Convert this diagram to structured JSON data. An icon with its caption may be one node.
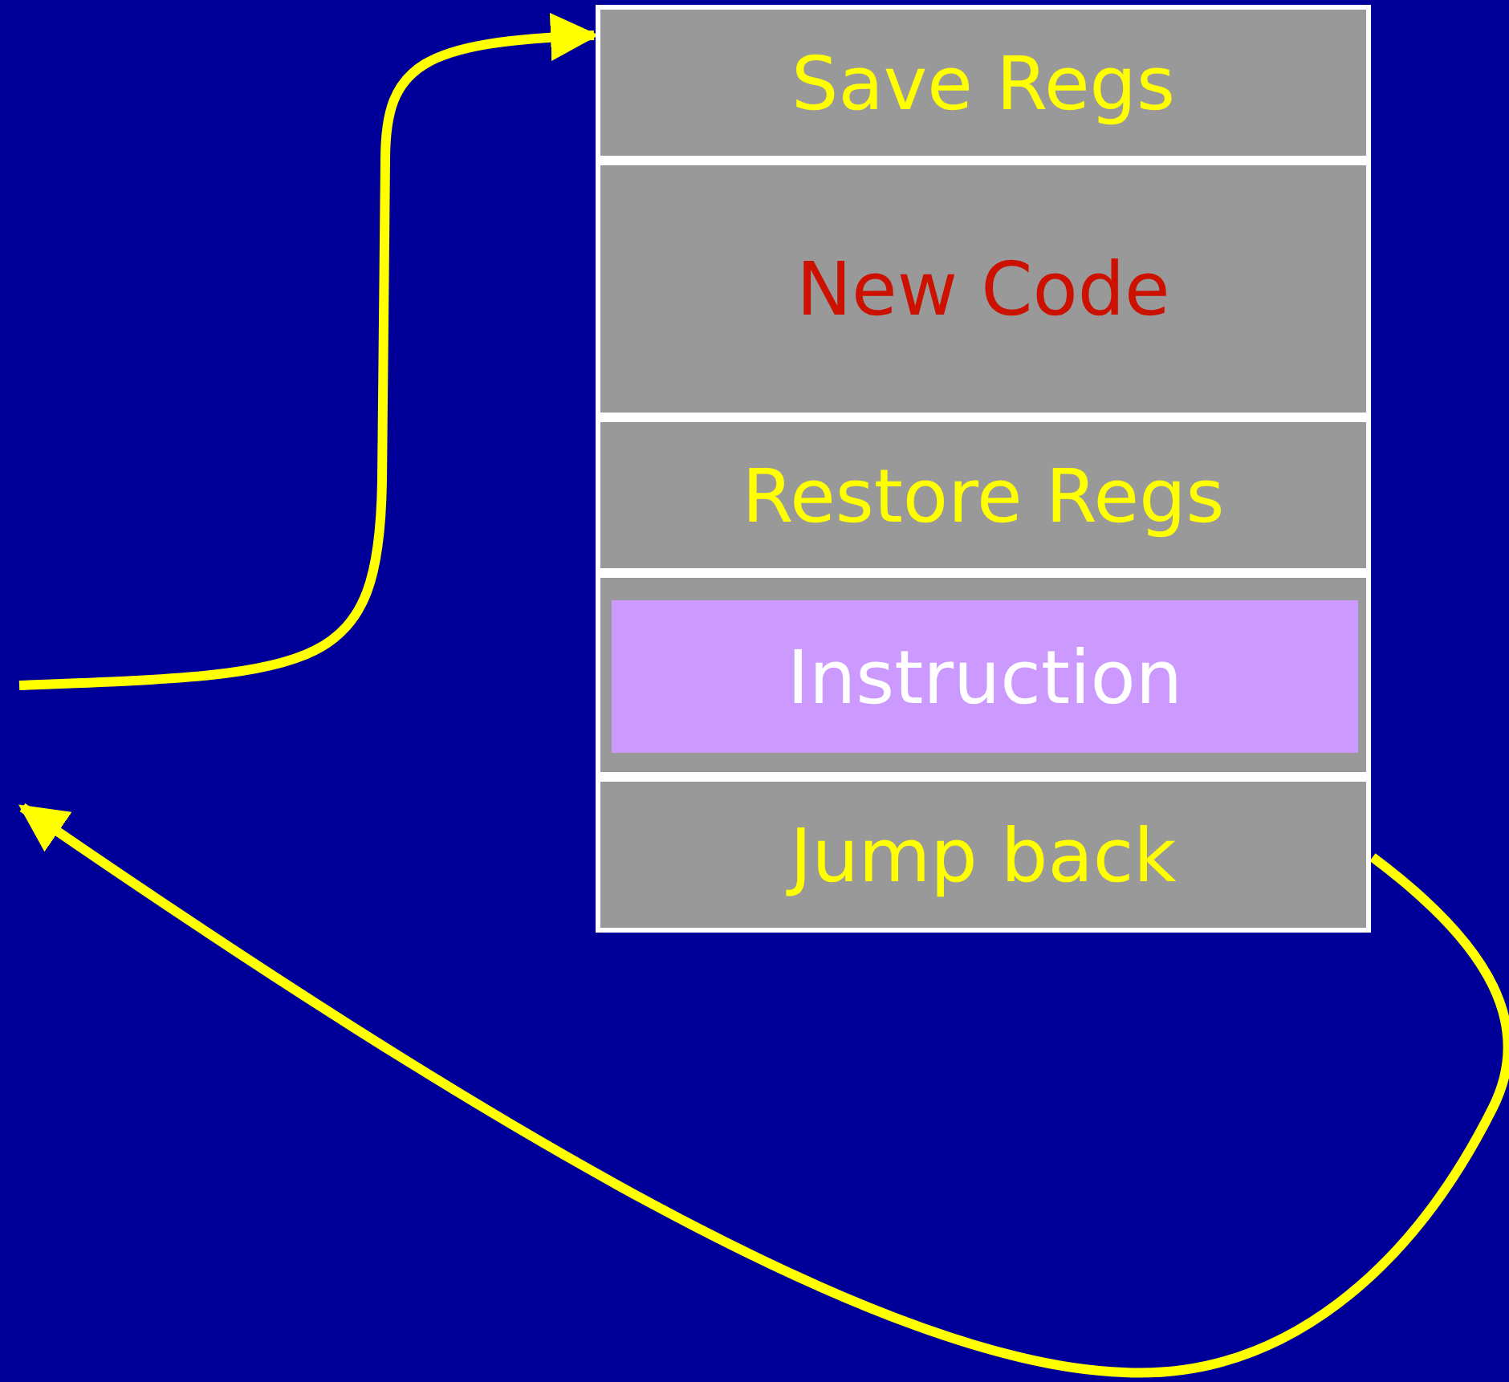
{
  "diagram": {
    "nodes": [
      {
        "text": [
          "Save Regs"
        ]
      },
      {
        "text": [
          "New Code"
        ]
      },
      {
        "text": [
          "Restore Regs"
        ]
      },
      {
        "text": [],
        "shape": "box"
      },
      {
        "text": [
          "Instruction"
        ],
        "in": 3
      },
      {
        "text": [
          "Jump back"
        ]
      }
    ],
    "edges": [
      {
        "from": null,
        "to": 0,
        "arrow": "to"
      },
      {
        "from": 5,
        "to": null,
        "arrow": "to"
      }
    ]
  }
}
